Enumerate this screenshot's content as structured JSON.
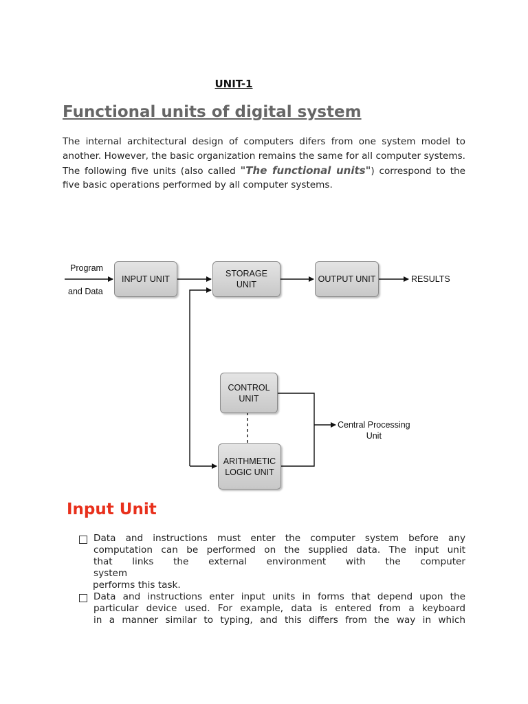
{
  "heading": {
    "unit": "UNIT-1",
    "title": "Functional units of digital system"
  },
  "intro": {
    "text_before": "The internal architectural design of computers difers from one system model to another. However, the basic organization remains the same for all computer systems. The following five units (also called ",
    "emphasis": "\"The functional units\"",
    "text_after": ") correspond to the five basic operations performed by all computer systems."
  },
  "diagram": {
    "input_label_1": "Program",
    "input_label_2": "and Data",
    "input_unit": "INPUT UNIT",
    "storage_unit": "STORAGE\nUNIT",
    "output_unit": "OUTPUT UNIT",
    "results": "RESULTS",
    "control_unit": "CONTROL\nUNIT",
    "alu": "ARITHMETIC\nLOGIC UNIT",
    "cpu_label": "Central Processing\nUnit"
  },
  "input_section": {
    "title": "Input Unit",
    "bullet_1": {
      "line_1": "Data and instructions must enter the computer system before any",
      "line_2": "computation can be performed on the supplied data. The input unit",
      "line_3": "that links the external environment with the computer",
      "line_4": "system",
      "line_5": "performs this task."
    },
    "bullet_2": {
      "line_1": "Data and instructions enter input units in forms that depend upon the",
      "line_2": "particular device used. For example, data is entered from a keyboard",
      "line_3": "in a manner similar to typing, and this differs from the way in which"
    }
  },
  "colors": {
    "heading_gray": "#666666",
    "input_unit_red": "#e8301c",
    "box_fill": "#d6d6d6"
  }
}
